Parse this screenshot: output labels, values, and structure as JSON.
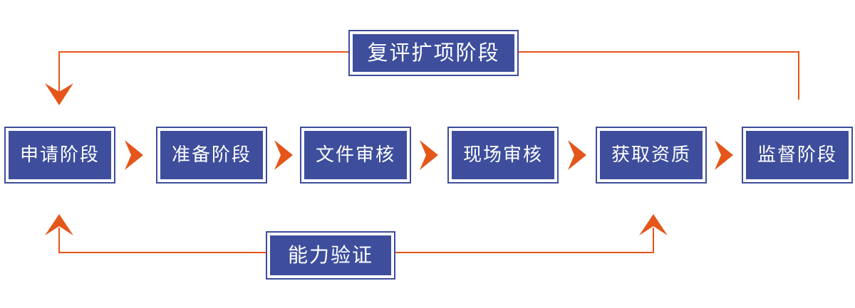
{
  "colors": {
    "stage_blue": "#3E4E9C",
    "arrow_orange": "#E4561A",
    "label_white": "#FFFFFF",
    "background": "#FFFFFF"
  },
  "flow": {
    "stages": [
      {
        "label": "申请阶段"
      },
      {
        "label": "准备阶段"
      },
      {
        "label": "文件审核"
      },
      {
        "label": "现场审核"
      },
      {
        "label": "获取资质"
      },
      {
        "label": "监督阶段"
      }
    ],
    "loops": {
      "reassessment": {
        "label": "复评扩项阶段"
      },
      "proficiency": {
        "label": "能力验证"
      }
    }
  }
}
